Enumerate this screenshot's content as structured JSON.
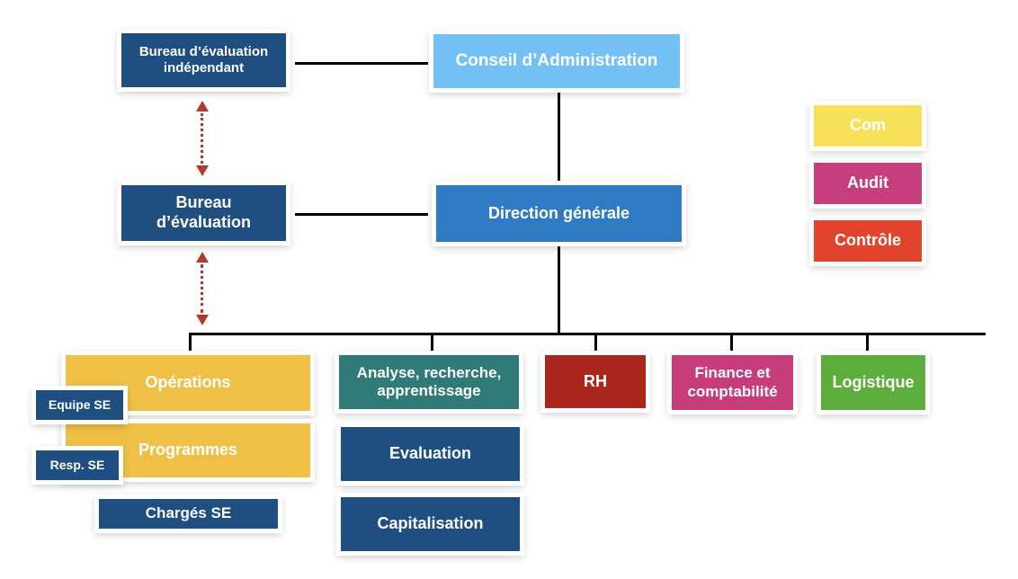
{
  "org_chart": {
    "bureau_independant": "Bureau d’évaluation indépendant",
    "conseil": "Conseil d’Administration",
    "bureau_evaluation": "Bureau d’évaluation",
    "direction": "Direction générale",
    "operations": "Opérations",
    "programmes": "Programmes",
    "equipe_se": "Equipe SE",
    "resp_se": "Resp. SE",
    "charges_se": "Chargés SE",
    "analyse": "Analyse, recherche, apprentissage",
    "evaluation": "Evaluation",
    "capitalisation": "Capitalisation",
    "rh": "RH",
    "finance": "Finance et comptabilité",
    "logistique": "Logistique"
  },
  "legend": {
    "com": "Com",
    "audit": "Audit",
    "controle": "Contrôle"
  },
  "colors": {
    "dark_blue": "#1f4e80",
    "light_blue": "#72c0f6",
    "mid_blue": "#2f7bc3",
    "yellow": "#f0bf45",
    "teal": "#307a78",
    "dark_red": "#a8261b",
    "magenta": "#c73d7c",
    "green": "#5cad3c",
    "legend_yellow": "#f7e158",
    "legend_pink": "#c63e7d",
    "legend_red": "#e2432c",
    "arrow_red": "#b03a2e"
  }
}
